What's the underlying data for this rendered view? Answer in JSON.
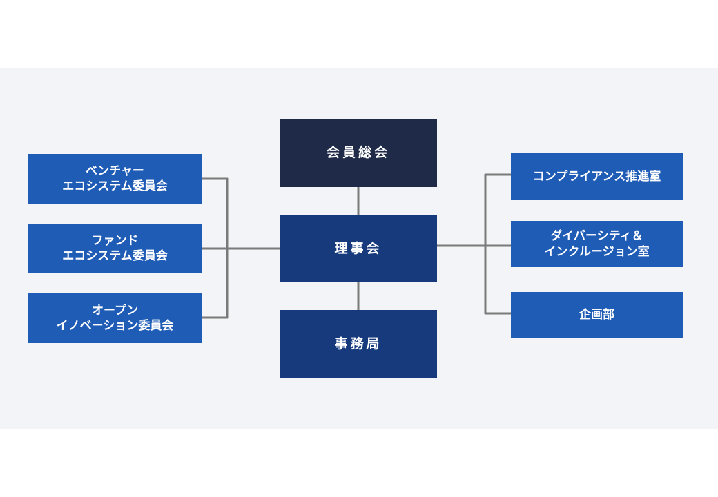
{
  "org_chart": {
    "general_assembly": "会員総会",
    "board": "理事会",
    "secretariat": "事務局",
    "left_committees": [
      "ベンチャー\nエコシステム委員会",
      "ファンド\nエコシステム委員会",
      "オープン\nイノベーション委員会"
    ],
    "right_offices": [
      "コンプライアンス推進室",
      "ダイバーシティ＆\nインクルージョン室",
      "企画部"
    ]
  },
  "colors": {
    "background_panel": "#f2f4f7",
    "top_box": "#1e2a47",
    "center_box": "#163a7c",
    "side_box": "#1f5cb6",
    "connector": "#7a7a7a"
  }
}
